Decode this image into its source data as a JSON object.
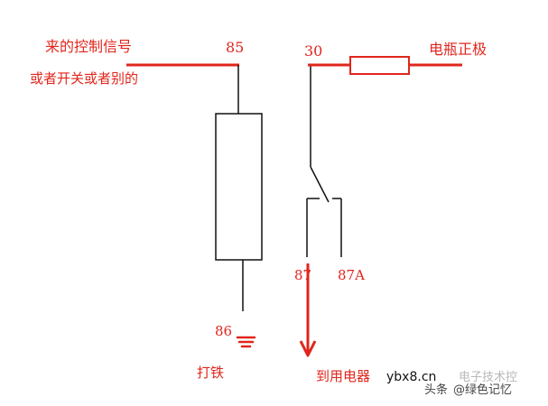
{
  "labels": {
    "control_line1": "来的控制信号",
    "control_line2": "或者开关或者别的",
    "pin85": "85",
    "pin30": "30",
    "battery": "电瓶正极",
    "pin87": "87",
    "pin87a": "87A",
    "pin86": "86",
    "ground": "打铁",
    "load": "到用电器"
  },
  "watermark": {
    "site": "ybx8.cn",
    "source_prefix": "头条",
    "source_handle": "@绿色记忆",
    "source_overlay": "电子技术控"
  },
  "colors": {
    "wire_red": "#e0261c",
    "wire_black": "#111111",
    "label_red": "#e0261c"
  }
}
